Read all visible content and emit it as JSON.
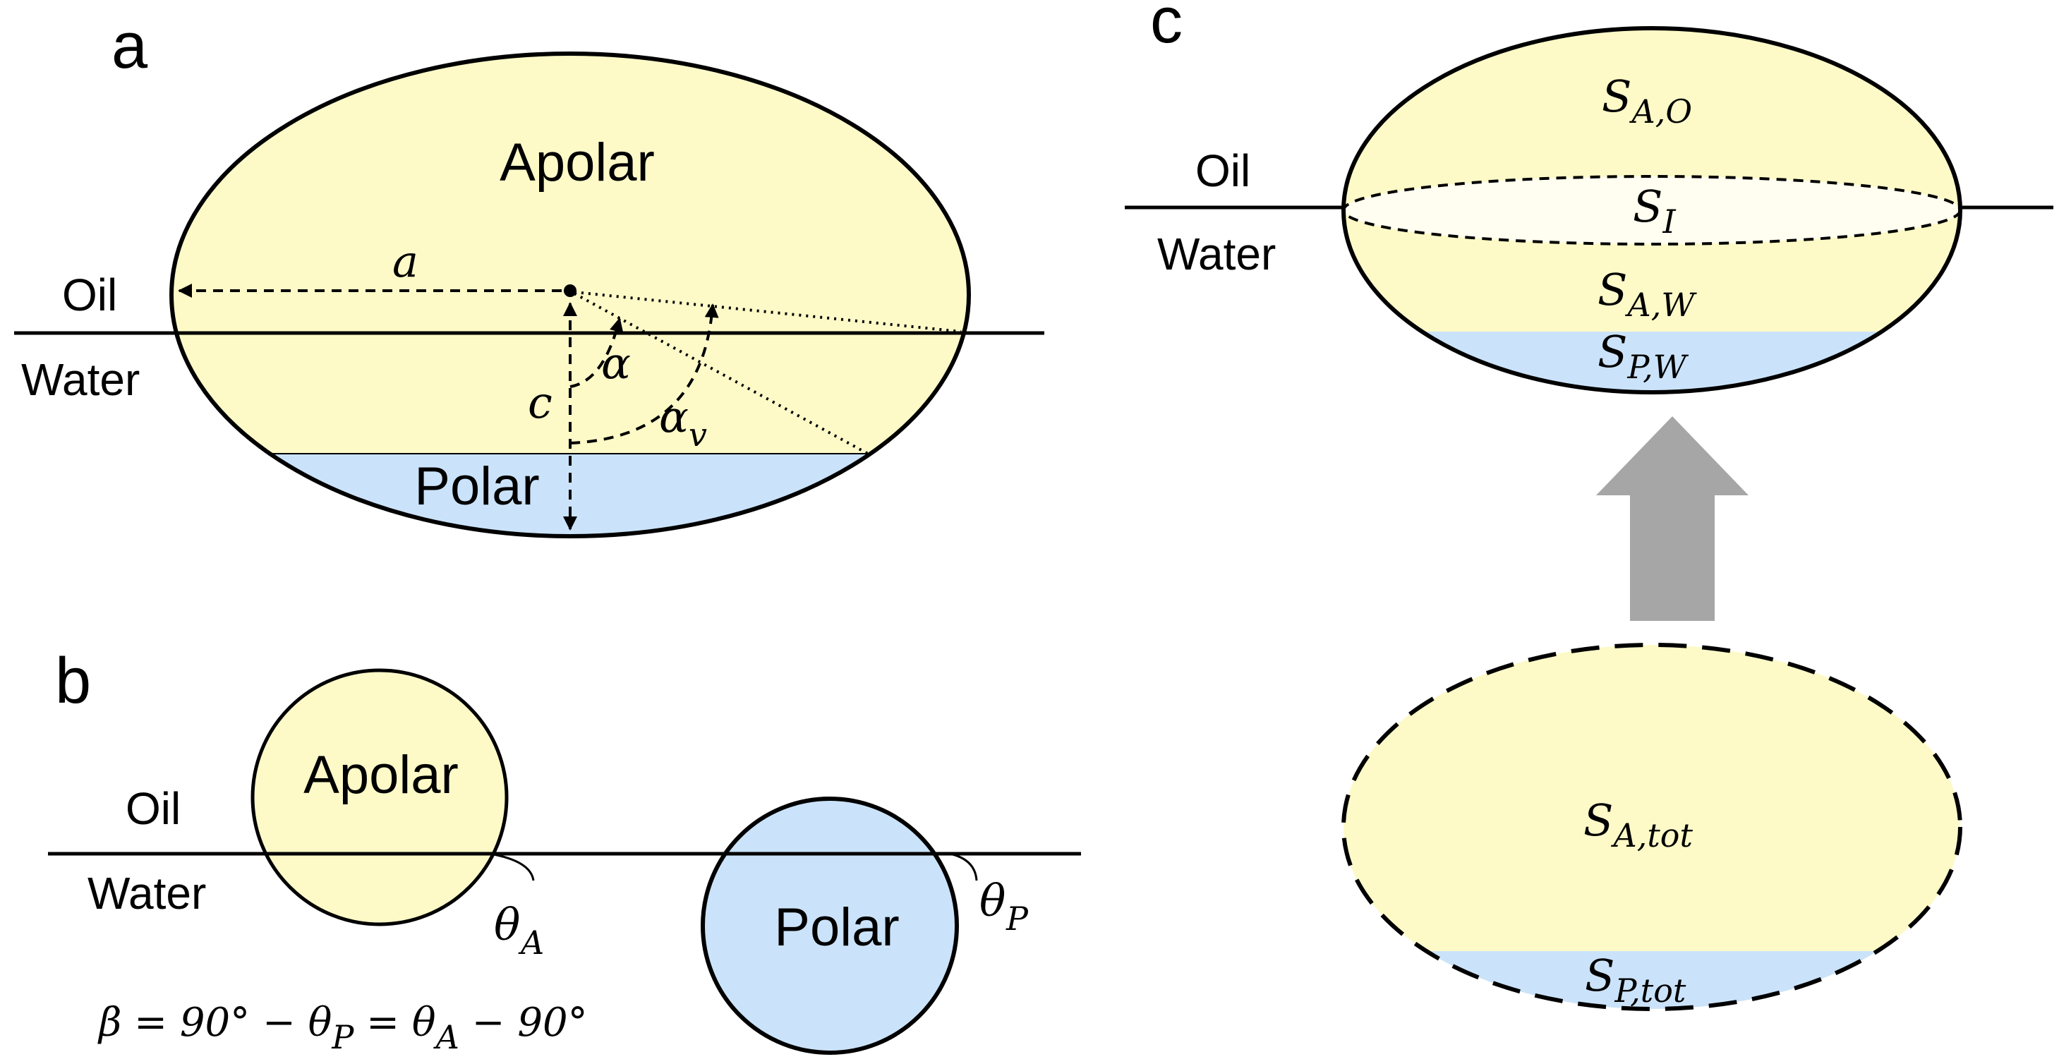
{
  "panels": {
    "a": {
      "label": "a",
      "oil": "Oil",
      "water": "Water",
      "apolar": "Apolar",
      "polar": "Polar",
      "sym_a": "a",
      "sym_c": "c",
      "sym_alpha": "α",
      "sym_alpha_v": "α",
      "sym_alpha_v_sub": "v"
    },
    "b": {
      "label": "b",
      "oil": "Oil",
      "water": "Water",
      "apolar": "Apolar",
      "polar": "Polar",
      "theta": "θ",
      "theta_a_sub": "A",
      "theta_p_sub": "P",
      "equation": {
        "part1": "β = 90° − θ",
        "sub1": "P",
        "part2": " = θ",
        "sub2": "A",
        "part3": " − 90°"
      }
    },
    "c": {
      "label": "c",
      "oil": "Oil",
      "water": "Water",
      "s": "S",
      "s_ao_sub": "A,O",
      "s_i_sub": "I",
      "s_aw_sub": "A,W",
      "s_pw_sub": "P,W",
      "s_atot_sub": "A,tot",
      "s_ptot_sub": "P,tot"
    }
  },
  "colors": {
    "apolar_fill": "#fdfac8",
    "polar_fill": "#cbe3fa",
    "interface_fill": "#fffef0",
    "arrow_gray": "#a6a6a6",
    "stroke": "#000000"
  }
}
